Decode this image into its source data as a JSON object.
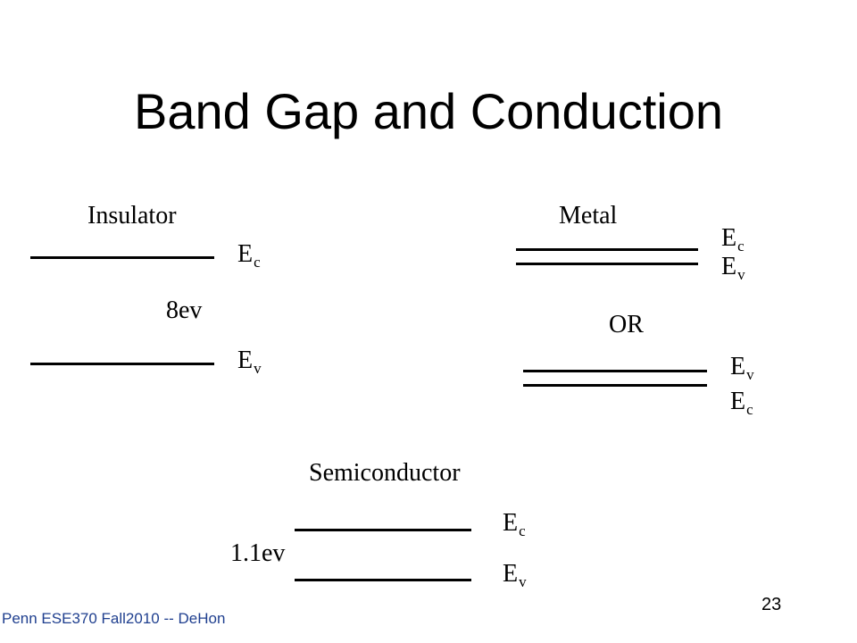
{
  "slide": {
    "title": "Band Gap and Conduction",
    "footer": "Penn ESE370 Fall2010 -- DeHon",
    "page_number": "23"
  },
  "insulator": {
    "label": "Insulator",
    "gap": "8ev",
    "ec": {
      "main": "E",
      "sub": "c"
    },
    "ev": {
      "main": "E",
      "sub": "v"
    }
  },
  "metal": {
    "label": "Metal",
    "top": {
      "ec": {
        "main": "E",
        "sub": "c"
      },
      "ev": {
        "main": "E",
        "sub": "v"
      }
    },
    "or_label": "OR",
    "bottom": {
      "ev": {
        "main": "E",
        "sub": "v"
      },
      "ec": {
        "main": "E",
        "sub": "c"
      }
    }
  },
  "semiconductor": {
    "label": "Semiconductor",
    "gap": "1.1ev",
    "ec": {
      "main": "E",
      "sub": "c"
    },
    "ev": {
      "main": "E",
      "sub": "v"
    }
  }
}
